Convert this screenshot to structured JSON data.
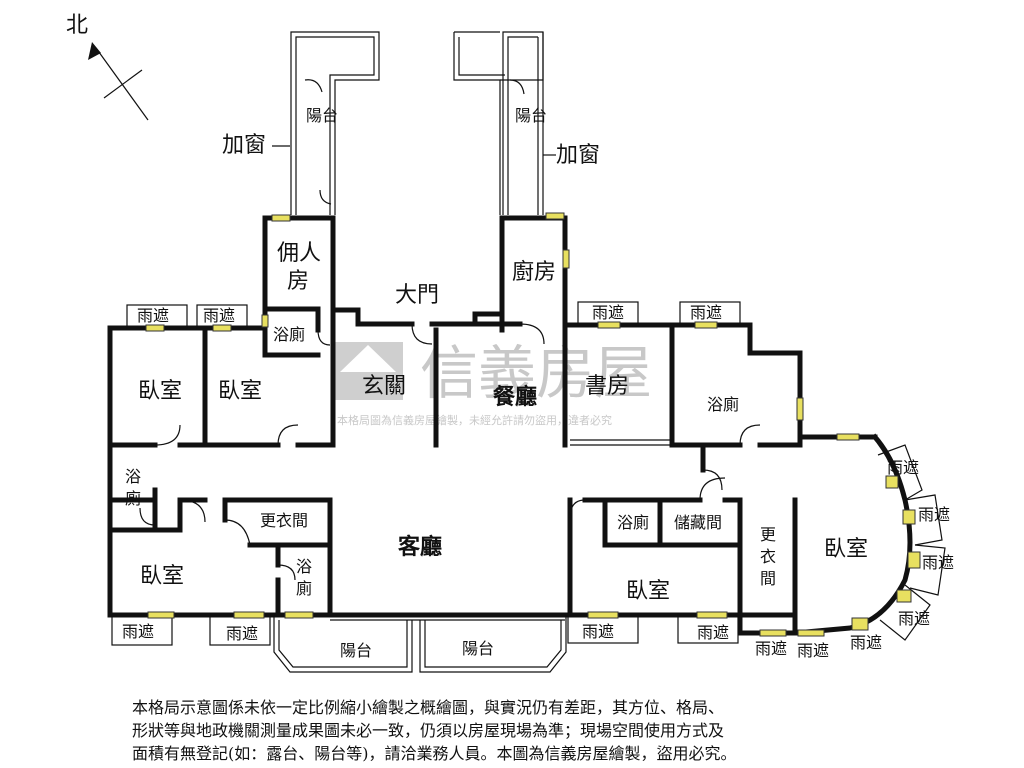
{
  "compass": {
    "label": "北"
  },
  "watermark": {
    "brand": "信義房屋",
    "notice": "本格局圖為信義房屋繪製，未經允許請勿盜用，違者必究"
  },
  "annotations": {
    "add_window_left": "加窗",
    "add_window_right": "加窗"
  },
  "rooms": {
    "balcony_top_left": "陽台",
    "balcony_top_right": "陽台",
    "servant_room_1": "佣人",
    "servant_room_2": "房",
    "main_door": "大門",
    "kitchen": "廚房",
    "bath_servant": "浴廁",
    "bedroom_1": "臥室",
    "bedroom_2": "臥室",
    "foyer": "玄關",
    "dining": "餐廳",
    "study": "書房",
    "bath_east": "浴廁",
    "bath_west_1": "浴",
    "bath_west_2": "廁",
    "walk_in_closet_1": "更衣間",
    "living": "客廳",
    "bath_mid_1": "浴",
    "bath_mid_2": "廁",
    "bedroom_3": "臥室",
    "bath_south": "浴廁",
    "storage": "儲藏間",
    "walk_in_closet_2_a": "更",
    "walk_in_closet_2_b": "衣",
    "walk_in_closet_2_c": "間",
    "master_bedroom": "臥室",
    "bedroom_4": "臥室",
    "balcony_bottom_1": "陽台",
    "balcony_bottom_2": "陽台"
  },
  "canopies": [
    "雨遮",
    "雨遮",
    "雨遮",
    "雨遮",
    "雨遮",
    "雨遮",
    "雨遮",
    "雨遮",
    "雨遮",
    "雨遮",
    "雨遮",
    "雨遮",
    "雨遮",
    "雨遮",
    "雨遮"
  ],
  "disclaimer": {
    "line1": "本格局示意圖係未依一定比例縮小繪製之概繪圖，與實況仍有差距，其方位、格局、",
    "line2": "形狀等與地政機關測量成果圖未必一致，仍須以房屋現場為準；現場空間使用方式及",
    "line3": "面積有無登記(如：露台、陽台等)，請洽業務人員。本圖為信義房屋繪製，盜用必究。"
  }
}
